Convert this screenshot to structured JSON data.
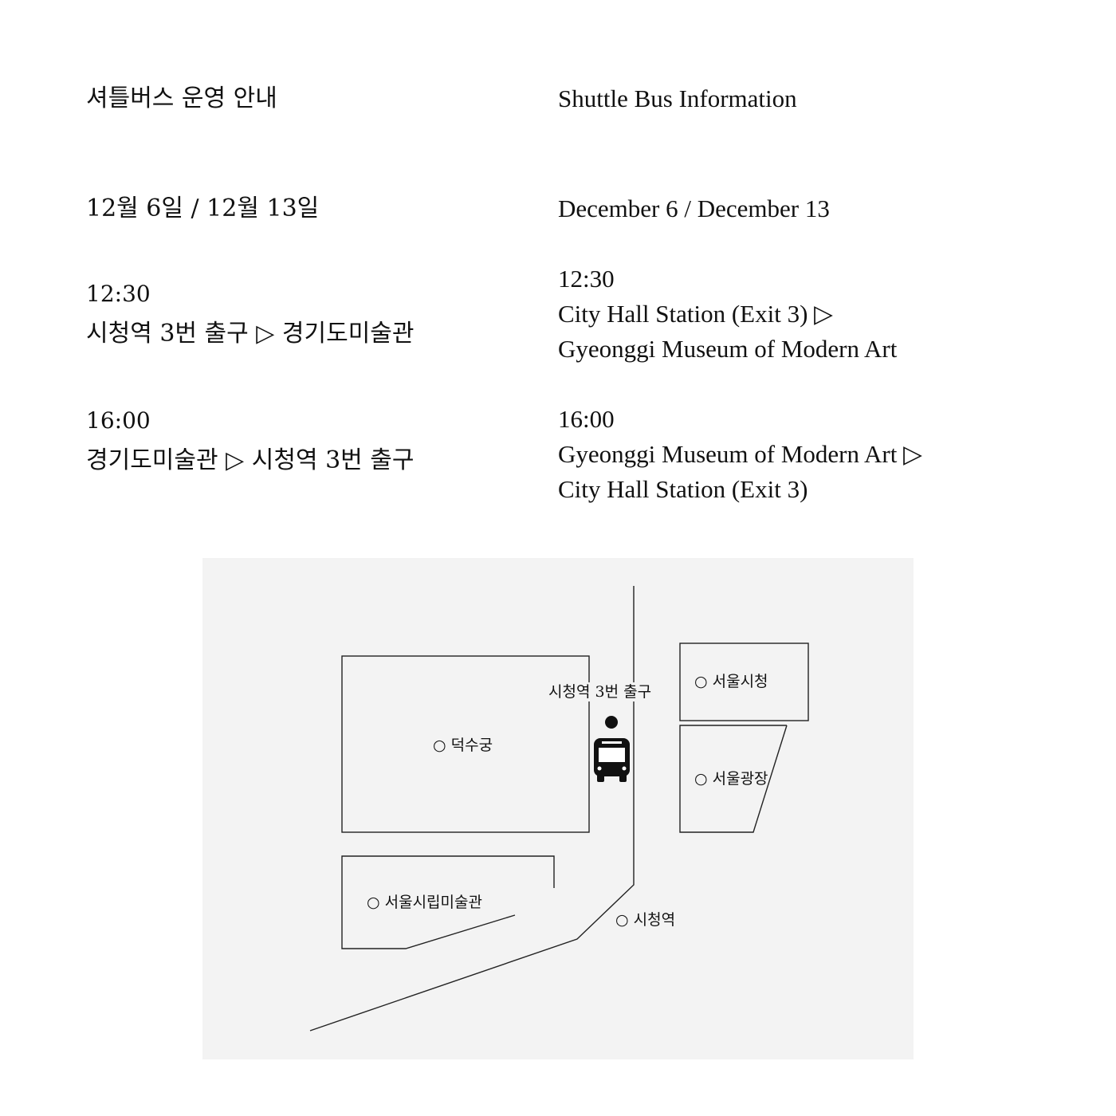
{
  "korean": {
    "title": "셔틀버스 운영 안내",
    "dates": "12월 6일 / 12월 13일",
    "trip1_time": "12:30",
    "trip1_route": "시청역 3번 출구 ▷ 경기도미술관",
    "trip2_time": "16:00",
    "trip2_route": "경기도미술관 ▷ 시청역 3번 출구"
  },
  "english": {
    "title": "Shuttle Bus Information",
    "dates": "December 6 / December 13",
    "trip1_time": "12:30",
    "trip1_line1": "City Hall Station (Exit 3) ▷",
    "trip1_line2": "Gyeonggi Museum of Modern Art",
    "trip2_time": "16:00",
    "trip2_line1": "Gyeonggi Museum of Modern Art ▷",
    "trip2_line2": "City Hall Station (Exit 3)"
  },
  "map": {
    "stop_label": "시청역 3번 출구",
    "places": {
      "deoksugung": "○ 덕수궁",
      "city_hall": "○ 서울시청",
      "plaza": "○ 서울광장",
      "sema": "○ 서울시립미술관",
      "station": "○ 시청역"
    }
  }
}
